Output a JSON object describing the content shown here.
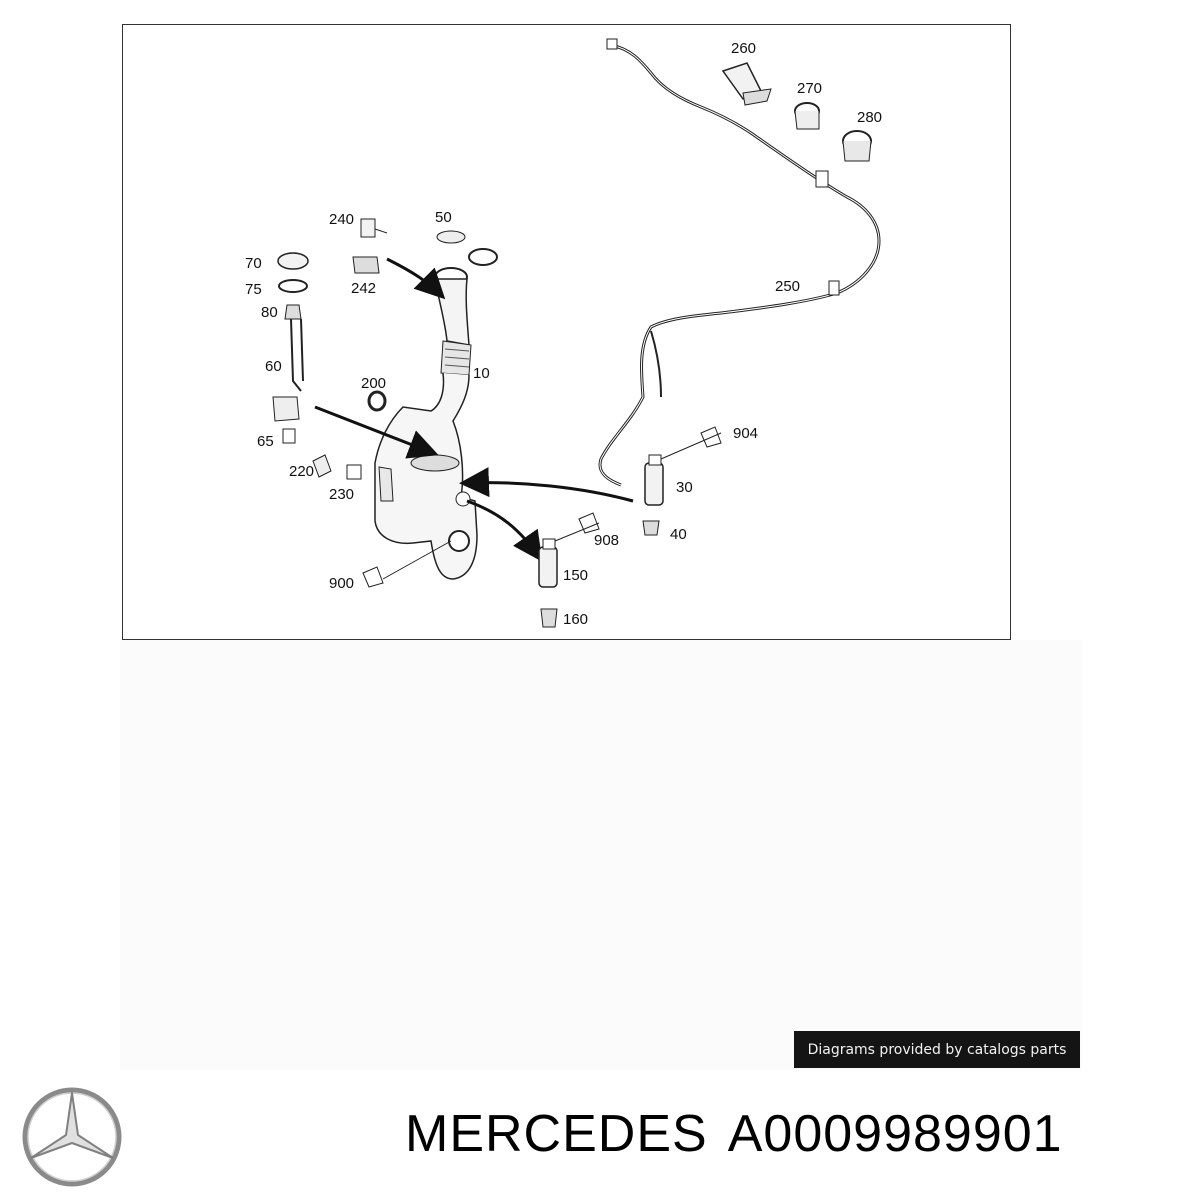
{
  "diagram": {
    "callouts": {
      "c10": "10",
      "c30": "30",
      "c40": "40",
      "c50": "50",
      "c60": "60",
      "c65": "65",
      "c70": "70",
      "c75": "75",
      "c80": "80",
      "c150": "150",
      "c160": "160",
      "c200": "200",
      "c220": "220",
      "c230": "230",
      "c240": "240",
      "c242": "242",
      "c250": "250",
      "c260": "260",
      "c270": "270",
      "c280": "280",
      "c900": "900",
      "c904": "904",
      "c908": "908"
    }
  },
  "credit": {
    "text": "Diagrams provided by catalogs parts"
  },
  "footer": {
    "brand": "MERCEDES",
    "part_number": "A0009989901"
  },
  "icons": {
    "logo": "mercedes-star-logo"
  }
}
